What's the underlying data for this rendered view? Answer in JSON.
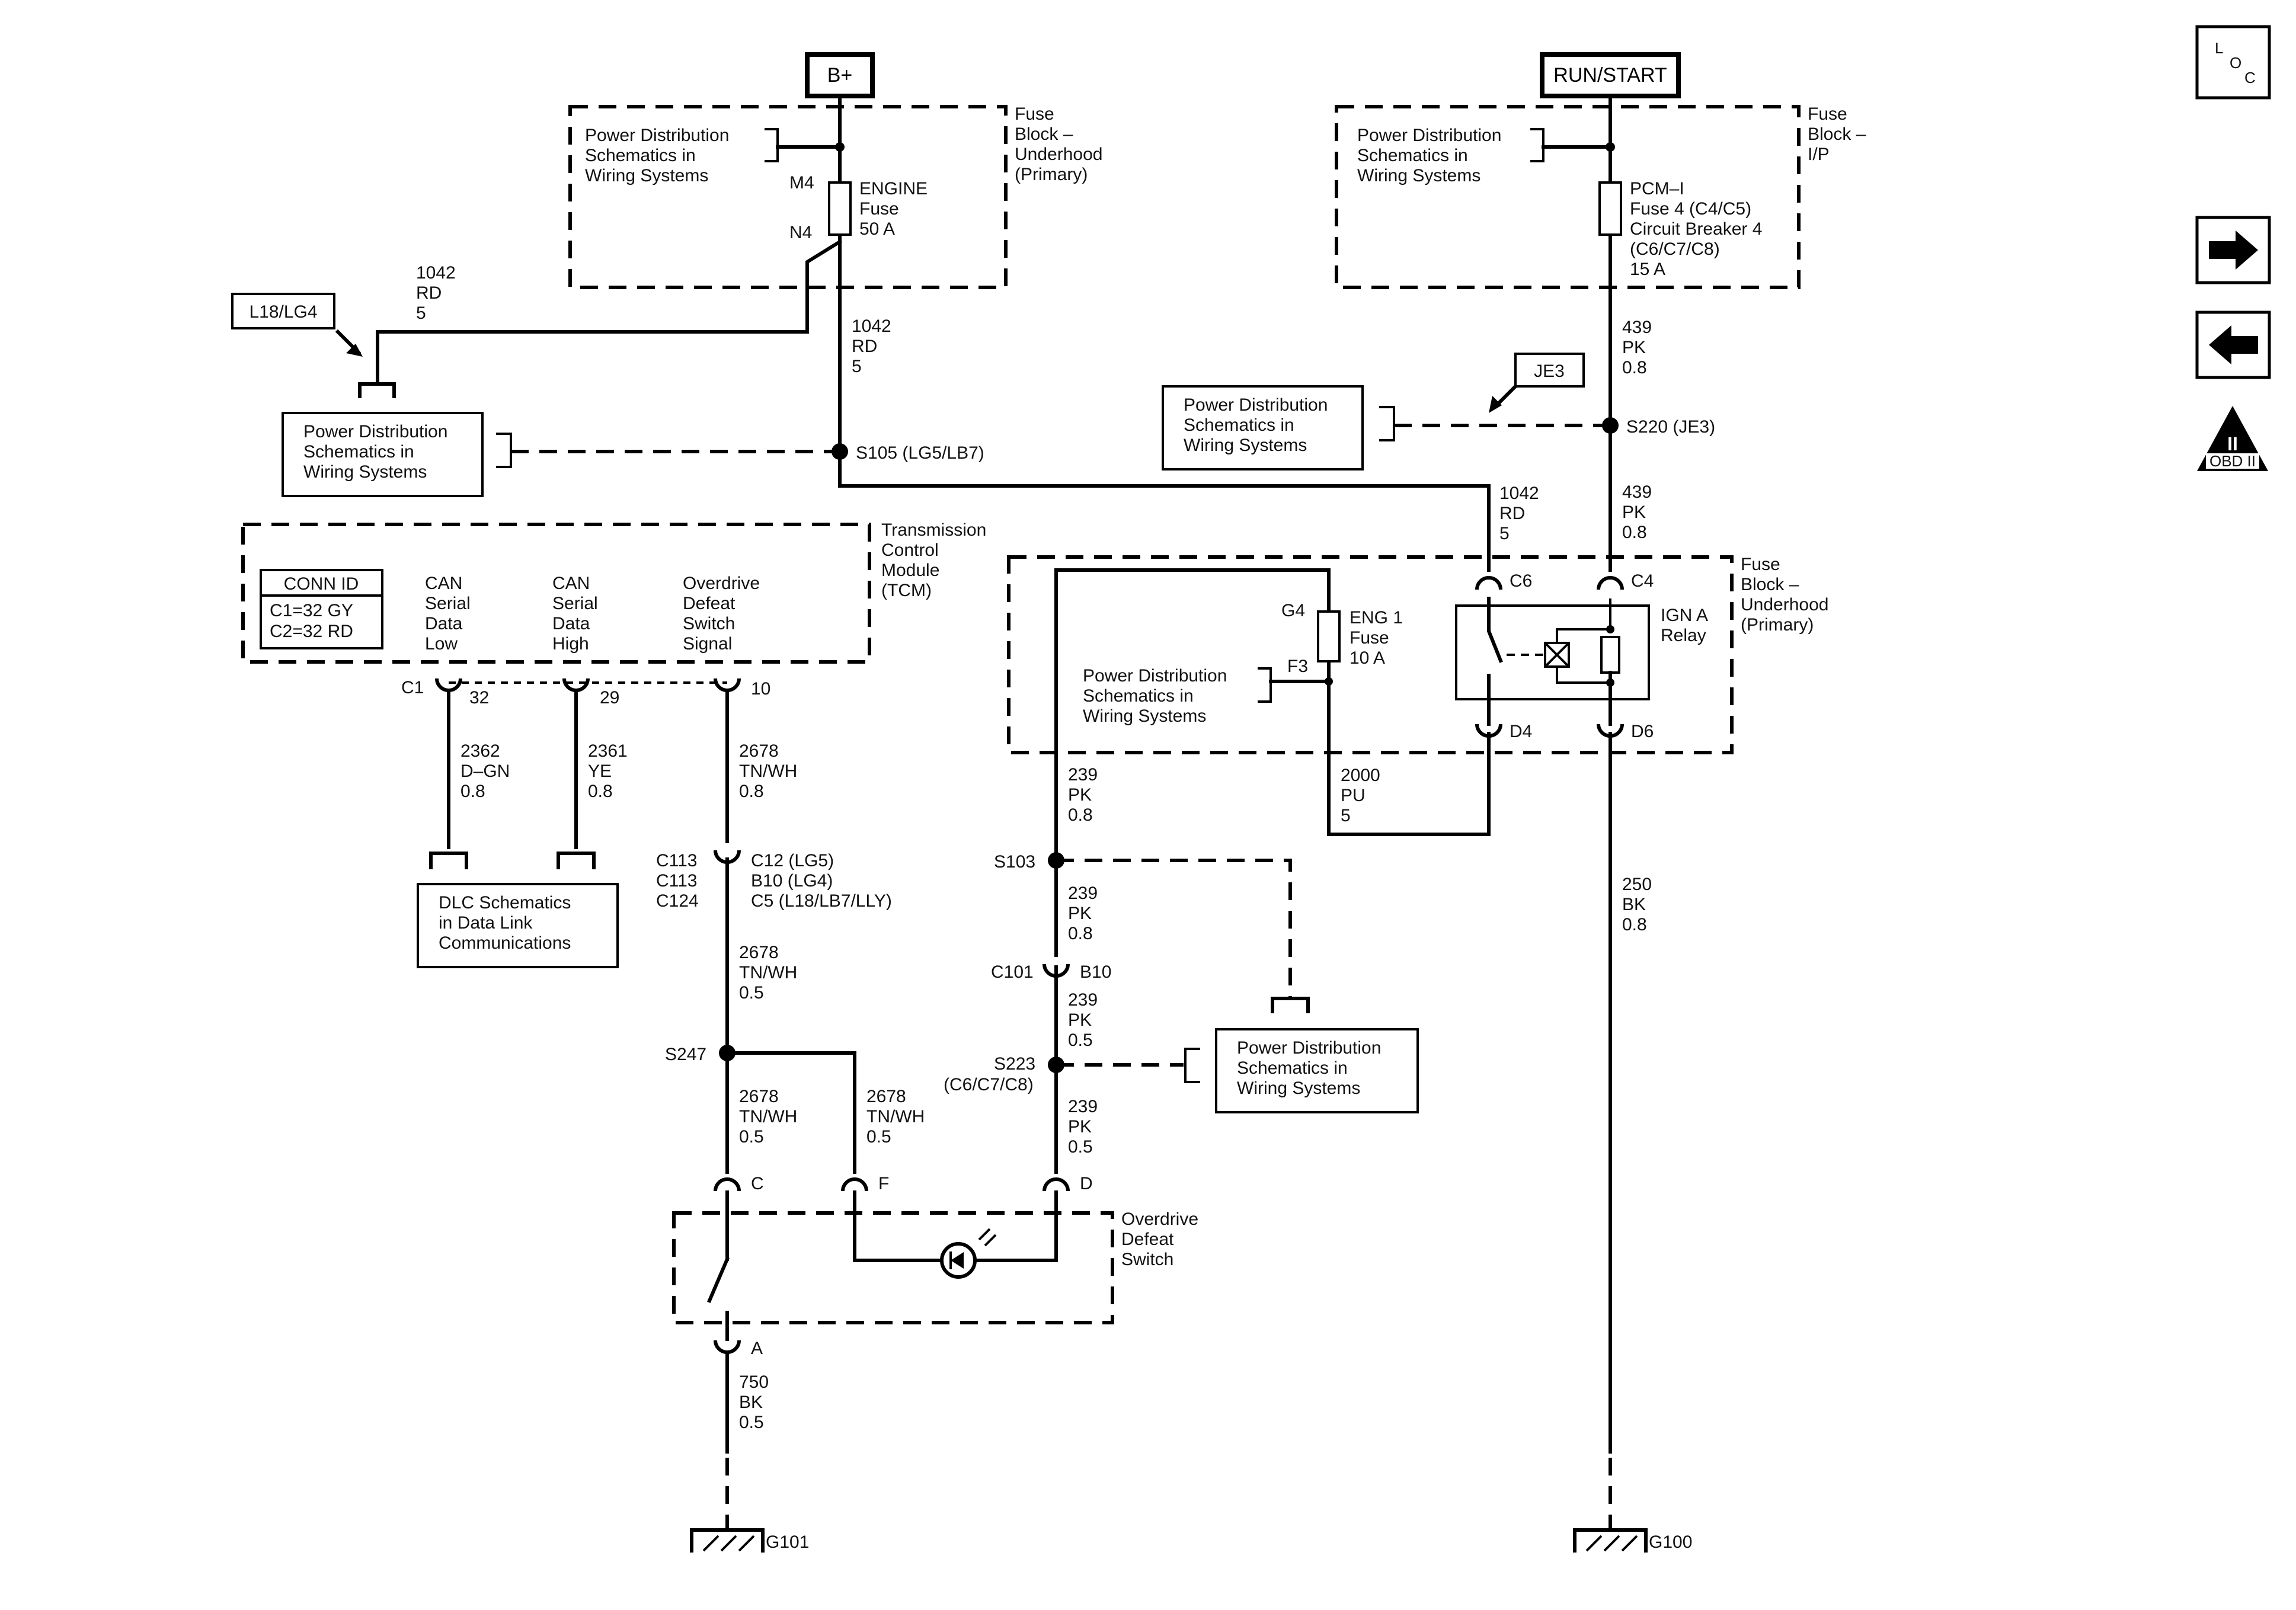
{
  "power": {
    "batt": "B+",
    "run_start": "RUN/START"
  },
  "fuse_block_uh": {
    "l1": "Fuse",
    "l2": "Block –",
    "l3": "Underhood",
    "l4": "(Primary)"
  },
  "fuse_block_ip": {
    "l1": "Fuse",
    "l2": "Block –",
    "l3": "I/P"
  },
  "pds": {
    "l1": "Power Distribution",
    "l2": "Schematics in",
    "l3": "Wiring Systems"
  },
  "engine_fuse": {
    "pin_in": "M4",
    "pin_out": "N4",
    "l1": "ENGINE",
    "l2": "Fuse",
    "l3": "50 A"
  },
  "pcm_fuse": {
    "l1": "PCM–I",
    "l2": "Fuse 4 (C4/C5)",
    "l3": "Circuit Breaker 4",
    "l4": "(C6/C7/C8)",
    "l5": "15 A"
  },
  "eng1_fuse": {
    "pin_in": "G4",
    "pin_out": "F3",
    "l1": "ENG 1",
    "l2": "Fuse",
    "l3": "10 A"
  },
  "options": {
    "l18_lg4": "L18/LG4",
    "je3": "JE3"
  },
  "wires": {
    "w1042a": {
      "num": "1042",
      "color": "RD",
      "size": "5"
    },
    "w1042b": {
      "num": "1042",
      "color": "RD",
      "size": "5"
    },
    "w1042c": {
      "num": "1042",
      "color": "RD",
      "size": "5"
    },
    "w439a": {
      "num": "439",
      "color": "PK",
      "size": "0.8"
    },
    "w439b": {
      "num": "439",
      "color": "PK",
      "size": "0.8"
    },
    "w2362": {
      "num": "2362",
      "color": "D–GN",
      "size": "0.8"
    },
    "w2361": {
      "num": "2361",
      "color": "YE",
      "size": "0.8"
    },
    "w2678a": {
      "num": "2678",
      "color": "TN/WH",
      "size": "0.8"
    },
    "w2678b": {
      "num": "2678",
      "color": "TN/WH",
      "size": "0.5"
    },
    "w2678c": {
      "num": "2678",
      "color": "TN/WH",
      "size": "0.5"
    },
    "w2678d": {
      "num": "2678",
      "color": "TN/WH",
      "size": "0.5"
    },
    "w239a": {
      "num": "239",
      "color": "PK",
      "size": "0.8"
    },
    "w239b": {
      "num": "239",
      "color": "PK",
      "size": "0.8"
    },
    "w239c": {
      "num": "239",
      "color": "PK",
      "size": "0.5"
    },
    "w239d": {
      "num": "239",
      "color": "PK",
      "size": "0.5"
    },
    "w2000": {
      "num": "2000",
      "color": "PU",
      "size": "5"
    },
    "w250": {
      "num": "250",
      "color": "BK",
      "size": "0.8"
    },
    "w750": {
      "num": "750",
      "color": "BK",
      "size": "0.5"
    }
  },
  "splices": {
    "s105": "S105 (LG5/LB7)",
    "s220": "S220 (JE3)",
    "s103": "S103",
    "s223": "S223",
    "s223_sub": "(C6/C7/C8)",
    "s247": "S247"
  },
  "relay": {
    "l1": "IGN A",
    "l2": "Relay",
    "c6": "C6",
    "c4": "C4",
    "d4": "D4",
    "d6": "D6"
  },
  "tcm": {
    "t1": "Transmission",
    "t2": "Control",
    "t3": "Module",
    "t4": "(TCM)",
    "conn_title": "CONN ID",
    "conn1": "C1=32 GY",
    "conn2": "C2=32 RD",
    "can_low": [
      "CAN",
      "Serial",
      "Data",
      "Low"
    ],
    "can_high": [
      "CAN",
      "Serial",
      "Data",
      "High"
    ],
    "od": [
      "Overdrive",
      "Defeat",
      "Switch",
      "Signal"
    ],
    "c1": "C1",
    "pin32": "32",
    "pin29": "29",
    "pin10": "10"
  },
  "dlc": {
    "l1": "DLC Schematics",
    "l2": "in Data Link",
    "l3": "Communications"
  },
  "connectors": {
    "c113a": "C113",
    "c113b": "C113",
    "c124": "C124",
    "c12": "C12 (LG5)",
    "b10a": "B10 (LG4)",
    "c5": "C5   (L18/LB7/LLY)",
    "c101": "C101",
    "b10b": "B10"
  },
  "switch": {
    "l1": "Overdrive",
    "l2": "Defeat",
    "l3": "Switch",
    "pin_c": "C",
    "pin_f": "F",
    "pin_d": "D",
    "pin_a": "A"
  },
  "grounds": {
    "g101": "G101",
    "g100": "G100"
  },
  "sidebar": {
    "loc_l": "L",
    "loc_o": "O",
    "loc_c": "C",
    "obd_roman": "II",
    "obd": "OBD II"
  }
}
